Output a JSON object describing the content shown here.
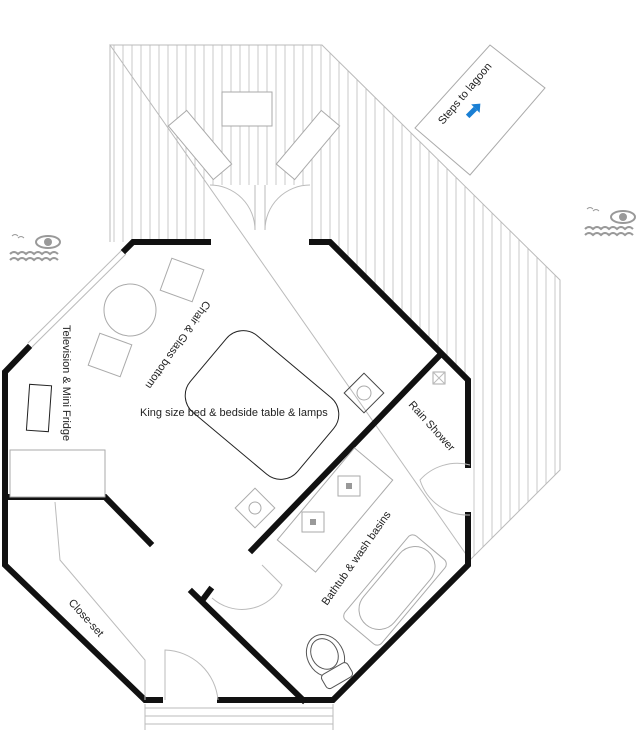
{
  "labels": {
    "steps": "Steps to lagoon",
    "tv": "Television & Mini Fridge",
    "chair": "Chair & Glass bottom",
    "bed": "King size bed  & bedside table & lamps",
    "shower": "Rain Shower",
    "bath": "Bathtub & wash basins",
    "closet": "Close-set"
  },
  "colors": {
    "arrow": "#1a7fd4",
    "wall": "#111111",
    "icon": "#999999"
  },
  "icons": [
    "lagoon-view-icon-left",
    "lagoon-view-icon-right",
    "arrow-icon"
  ]
}
